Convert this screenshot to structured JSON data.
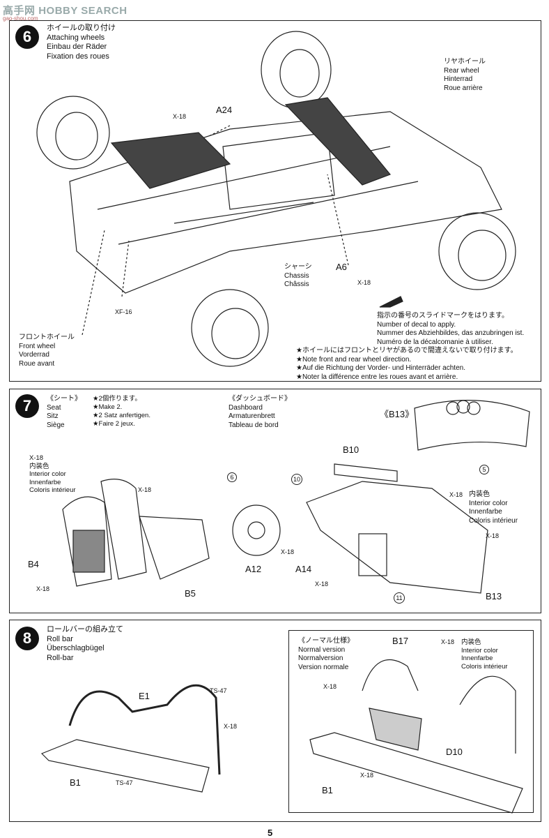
{
  "watermark": {
    "logo_text": "高手网",
    "title": "HOBBY SEARCH",
    "url": "gao-shou.com"
  },
  "step6": {
    "number": "6",
    "title_lines": [
      "ホイールの取り付け",
      "Attaching wheels",
      "Einbau der Räder",
      "Fixation des roues"
    ],
    "rear_wheel": [
      "リヤホイール",
      "Rear wheel",
      "Hinterrad",
      "Roue arrière"
    ],
    "front_wheel": [
      "フロントホイール",
      "Front wheel",
      "Vorderrad",
      "Roue avant"
    ],
    "chassis": [
      "シャーシ",
      "Chassis",
      "Châssis"
    ],
    "parts": {
      "a24": "A24",
      "a6": "A6",
      "x18a": "X-18",
      "x18b": "X-18",
      "xf16": "XF-16"
    },
    "decal_note": [
      "指示の番号のスライドマークをはります。",
      "Number of decal to apply.",
      "Nummer des Abziehbildes, das anzubringen ist.",
      "Numéro de la décalcomanie à utiliser."
    ],
    "star_notes": [
      "★ホイールにはフロントとリヤがあるので間違えないで取り付けます。",
      "★Note front and rear wheel direction.",
      "★Auf die Richtung der Vorder- und Hinterräder achten.",
      "★Noter la différence entre les roues avant et arrière."
    ]
  },
  "step7": {
    "number": "7",
    "seat_head": [
      "《シート》",
      "Seat",
      "Sitz",
      "Siège"
    ],
    "make2": [
      "★2個作ります。",
      "★Make 2.",
      "★2 Satz anfertigen.",
      "★Faire 2 jeux."
    ],
    "dash_head": [
      "《ダッシュボード》",
      "Dashboard",
      "Armaturenbrett",
      "Tableau de bord"
    ],
    "b13_head": "《B13》",
    "interior_left": [
      "X-18",
      "内装色",
      "Interior color",
      "Innenfarbe",
      "Coloris intérieur"
    ],
    "interior_right": [
      "内装色",
      "Interior color",
      "Innenfarbe",
      "Coloris intérieur"
    ],
    "parts": {
      "b4": "B4",
      "b5": "B5",
      "b10": "B10",
      "a12": "A12",
      "a14": "A14",
      "b13": "B13",
      "x18_seat1": "X-18",
      "x18_seat2": "X-18",
      "x18_d1": "X-18",
      "x18_d2": "X-18",
      "x18_d3": "X-18",
      "x18_d4": "X-18"
    },
    "decals": {
      "d5": "5",
      "d6": "6",
      "d10": "10",
      "d11": "11"
    }
  },
  "step8": {
    "number": "8",
    "title_lines": [
      "ロールバーの組み立て",
      "Roll bar",
      "Überschlagbügel",
      "Roll-bar"
    ],
    "normal_head": [
      "《ノーマル仕様》",
      "Normal version",
      "Normalversion",
      "Version normale"
    ],
    "interior": [
      "内装色",
      "Interior color",
      "Innenfarbe",
      "Coloris intérieur"
    ],
    "parts": {
      "e1": "E1",
      "b1a": "B1",
      "b1b": "B1",
      "b17": "B17",
      "d10": "D10",
      "ts47a": "TS-47",
      "ts47b": "TS-47",
      "x18a": "X-18",
      "x18b": "X-18",
      "x18c": "X-18",
      "x18d": "X-18"
    }
  },
  "page_number": "5"
}
